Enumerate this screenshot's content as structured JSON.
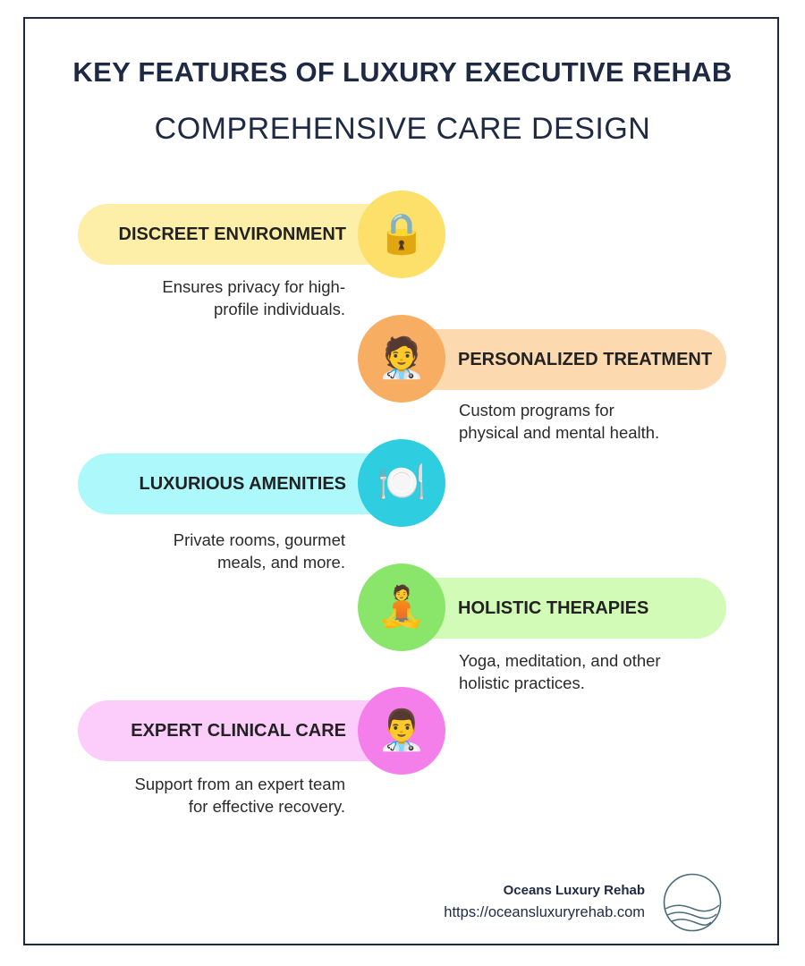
{
  "header": {
    "title": "KEY FEATURES OF LUXURY EXECUTIVE REHAB",
    "subtitle": "COMPREHENSIVE CARE DESIGN"
  },
  "features": [
    {
      "title": "DISCREET ENVIRONMENT",
      "icon": "lock-icon",
      "glyph": "🔒",
      "desc_line1": "Ensures privacy for high-",
      "desc_line2": "profile individuals.",
      "side": "left",
      "pill_color": "#fdeea8",
      "circle_color": "#fce06a"
    },
    {
      "title": "PERSONALIZED TREATMENT",
      "icon": "health-worker-icon",
      "glyph": "🧑‍⚕️",
      "desc_line1": "Custom programs for",
      "desc_line2": "physical and mental health.",
      "side": "right",
      "pill_color": "#fdd9b0",
      "circle_color": "#f7ad62"
    },
    {
      "title": "LUXURIOUS AMENITIES",
      "icon": "plate-fork-knife-icon",
      "glyph": "🍽️",
      "desc_line1": "Private rooms, gourmet",
      "desc_line2": "meals, and more.",
      "side": "left",
      "pill_color": "#adf8fb",
      "circle_color": "#2ecde0"
    },
    {
      "title": "HOLISTIC THERAPIES",
      "icon": "meditation-icon",
      "glyph": "🧘",
      "desc_line1": "Yoga, meditation, and other",
      "desc_line2": "holistic practices.",
      "side": "right",
      "pill_color": "#d2fbb7",
      "circle_color": "#8ae66a"
    },
    {
      "title": "EXPERT CLINICAL CARE",
      "icon": "male-doctor-icon",
      "glyph": "👨‍⚕️",
      "desc_line1": "Support from an expert team",
      "desc_line2": "for effective recovery.",
      "side": "left",
      "pill_color": "#fccdfb",
      "circle_color": "#f57fea"
    }
  ],
  "footer": {
    "brand": "Oceans Luxury Rehab",
    "url": "https://oceansluxuryrehab.com",
    "logo_icon": "ocean-wave-logo-icon"
  }
}
